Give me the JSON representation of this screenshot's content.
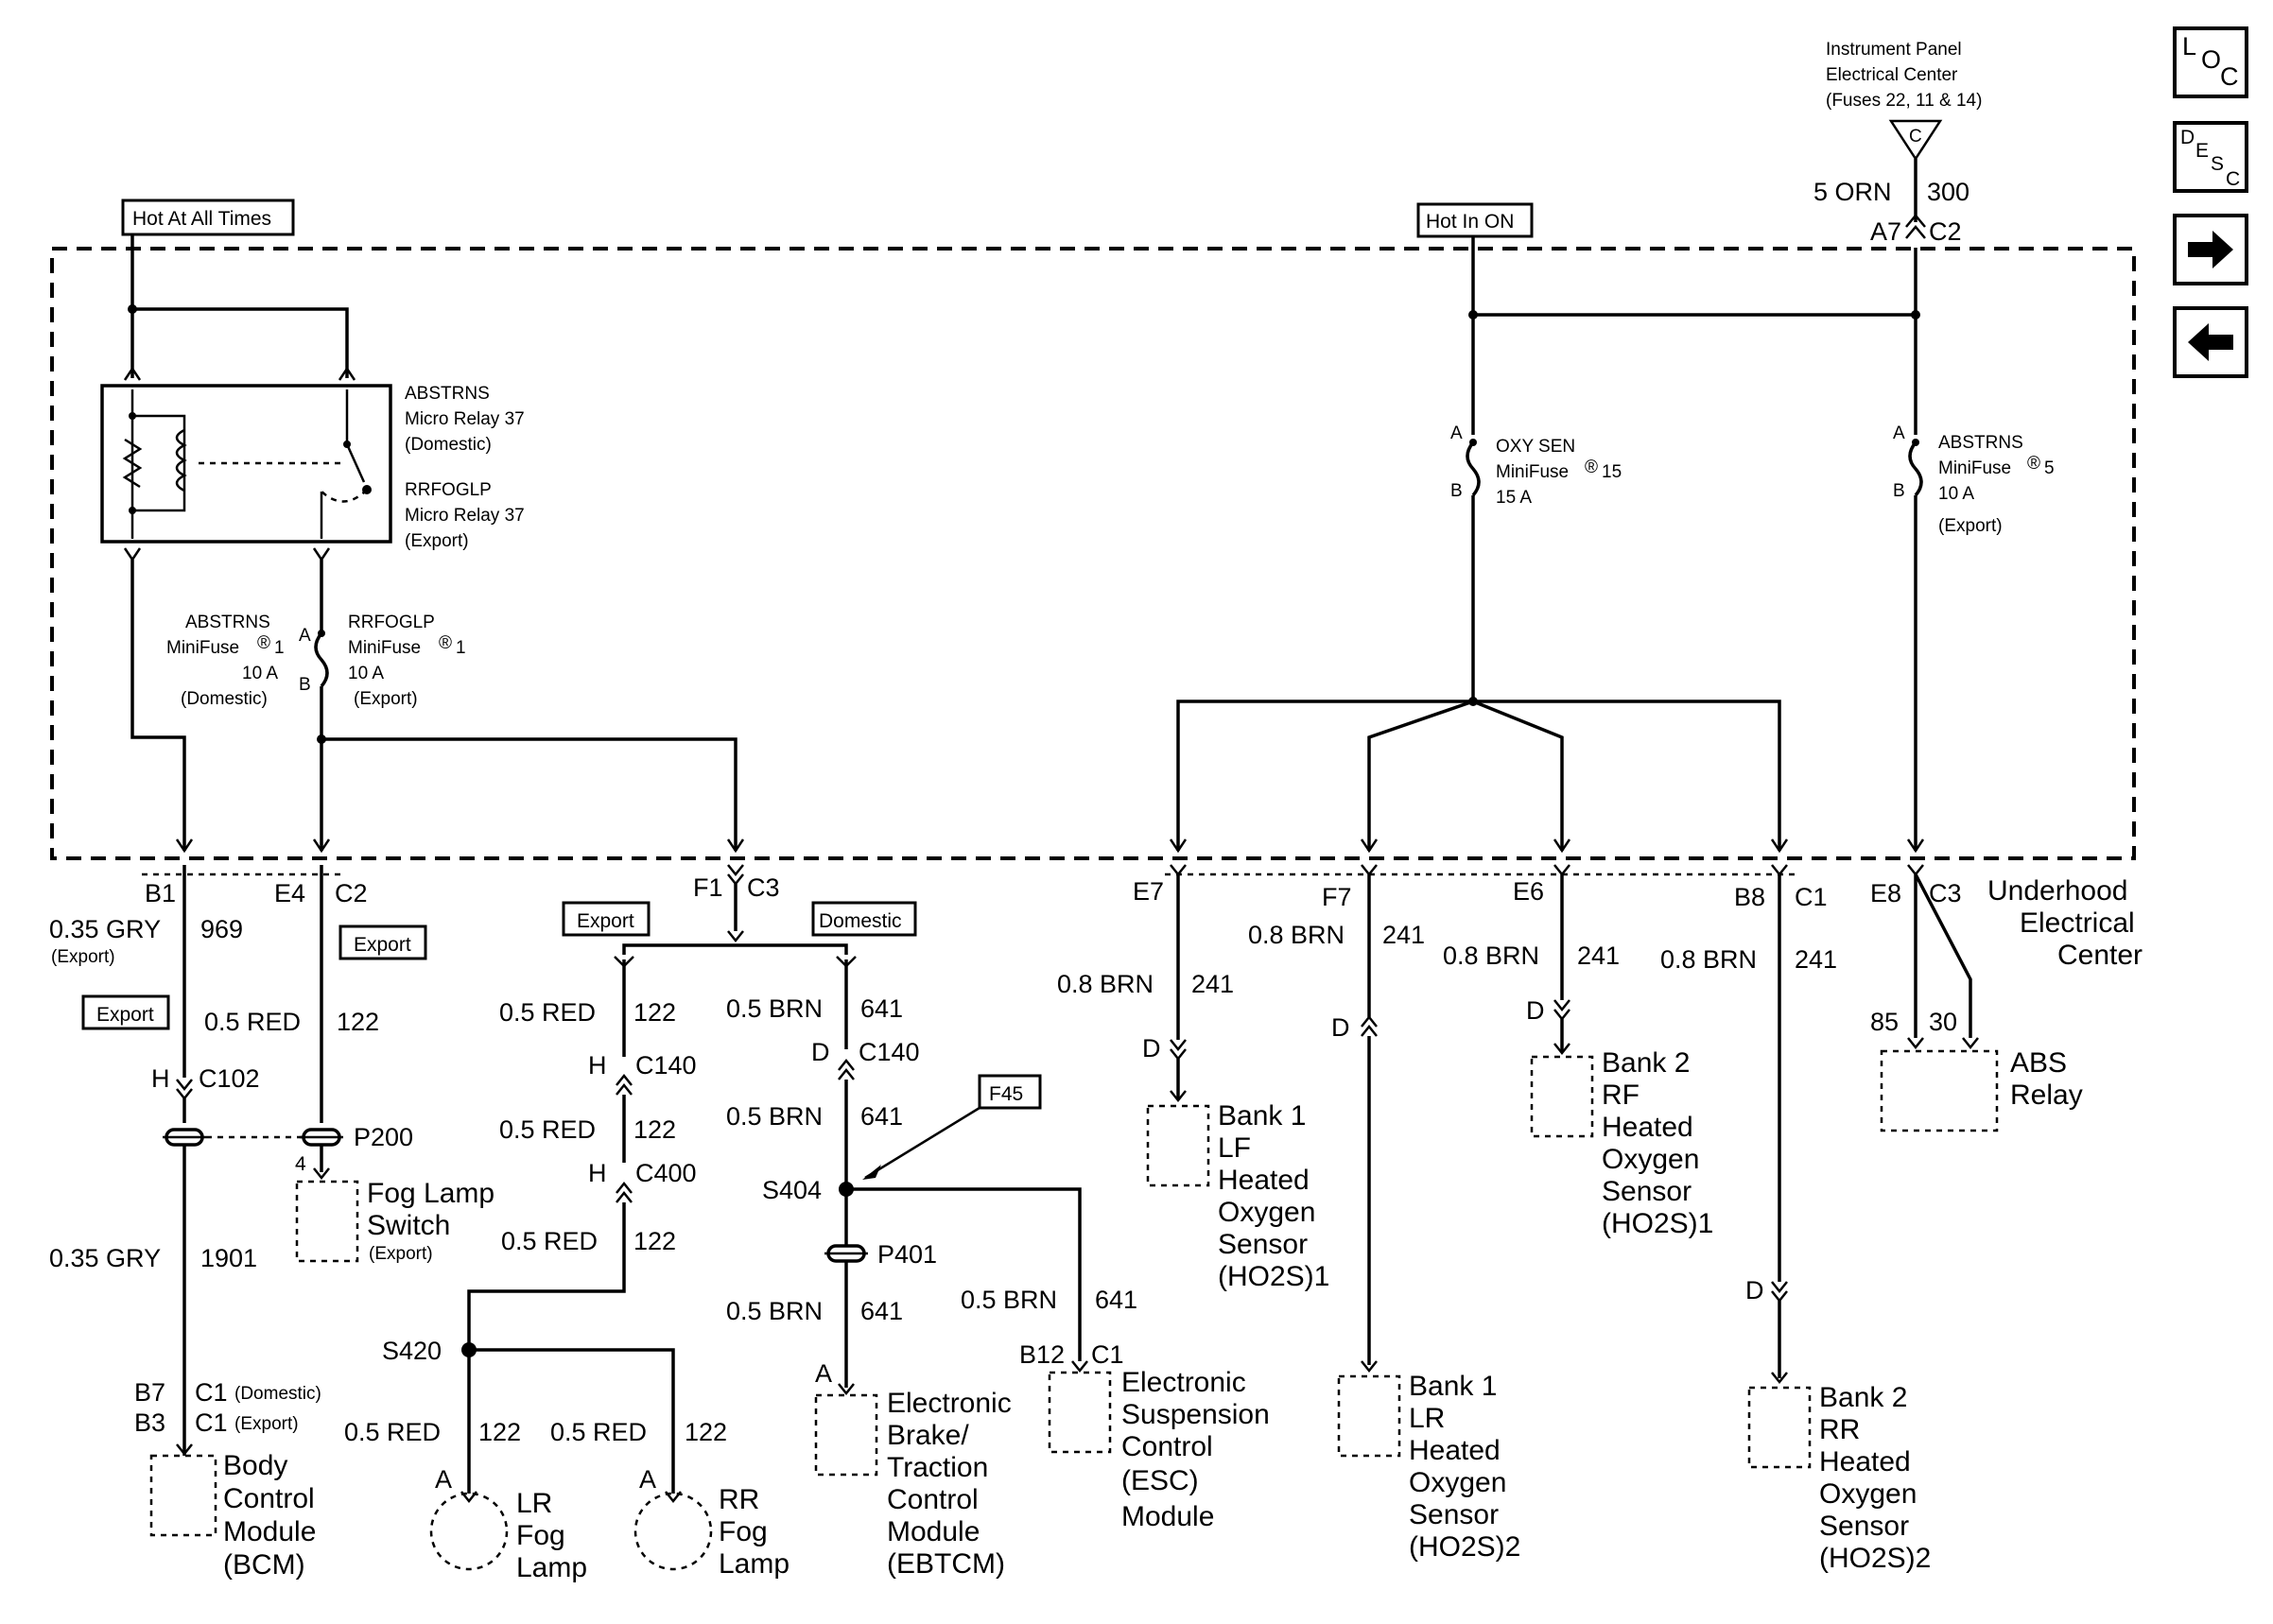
{
  "source": {
    "line1": "Instrument Panel",
    "line2": "Electrical Center",
    "line3": "(Fuses 22, 11 & 14)",
    "terminal": "C",
    "wire": "5 ORN",
    "circuit": "300",
    "pin": "A7",
    "conn": "C2"
  },
  "tags": {
    "hot_all": "Hot At All Times",
    "hot_on": "Hot In ON",
    "export_a": "Export",
    "export_b": "Export",
    "export_c": "Export",
    "domestic": "Domestic",
    "f45": "F45"
  },
  "relay": {
    "l1": "ABSTRNS",
    "l2": "Micro Relay 37",
    "l3": "(Domestic)",
    "l4": "RRFOGLP",
    "l5": "Micro Relay 37",
    "l6": "(Export)"
  },
  "fuse_abs1": {
    "l1": "ABSTRNS",
    "l2": "MiniFuse",
    "num": "1",
    "l3": "10 A",
    "l4": "(Domestic)"
  },
  "fuse_rrf1": {
    "l1": "RRFOGLP",
    "l2": "MiniFuse",
    "num": "1",
    "l3": "10 A",
    "l4": "(Export)",
    "a": "A",
    "b": "B"
  },
  "fuse_oxy": {
    "l1": "OXY SEN",
    "l2": "MiniFuse",
    "num": "15",
    "l3": "15 A",
    "a": "A",
    "b": "B"
  },
  "fuse_abs5": {
    "l1": "ABSTRNS",
    "l2": "MiniFuse",
    "num": "5",
    "l3": "10 A",
    "l4": "(Export)",
    "a": "A",
    "b": "B"
  },
  "reg": "®",
  "uec": {
    "l1": "Underhood",
    "l2": "Electrical",
    "l3": "Center"
  },
  "pins": {
    "b1": "B1",
    "e4": "E4",
    "c2": "C2",
    "f1": "F1",
    "c3": "C3",
    "e7": "E7",
    "f7": "F7",
    "e6": "E6",
    "b8": "B8",
    "c1": "C1",
    "e8": "E8",
    "c3b": "C3"
  },
  "wires": {
    "gry969": "0.35 GRY",
    "c969": "969",
    "exp969": "(Export)",
    "red122a": "0.5 RED",
    "c122a": "122",
    "red122b": "0.5 RED",
    "c122b": "122",
    "red122c": "0.5 RED",
    "c122c": "122",
    "red122d": "0.5 RED",
    "c122d": "122",
    "red122e": "0.5 RED",
    "c122e": "122",
    "red122f": "0.5 RED",
    "c122f": "122",
    "brn641a": "0.5 BRN",
    "c641a": "641",
    "brn641b": "0.5 BRN",
    "c641b": "641",
    "brn641c": "0.5 BRN",
    "c641c": "641",
    "brn641d": "0.5 BRN",
    "c641d": "641",
    "gry1901": "0.35 GRY",
    "c1901": "1901",
    "brn241a": "0.8 BRN",
    "c241a": "241",
    "brn241b": "0.8 BRN",
    "c241b": "241",
    "brn241c": "0.8 BRN",
    "c241c": "241",
    "brn241d": "0.8 BRN",
    "c241d": "241"
  },
  "conns": {
    "h1": "H",
    "c102": "C102",
    "p200": "P200",
    "pin4": "4",
    "h2": "H",
    "c140a": "C140",
    "h3": "H",
    "c400": "C400",
    "d1": "D",
    "c140b": "C140",
    "s404": "S404",
    "p401": "P401",
    "s420": "S420",
    "d2": "D",
    "d3": "D",
    "d4": "D",
    "d5": "D",
    "a1": "A",
    "a2": "A",
    "a3": "A",
    "b12": "B12",
    "c1": "C1",
    "b7": "B7",
    "c1d": "C1",
    "dom": "(Domestic)",
    "b3": "B3",
    "c1e": "C1",
    "exp": "(Export)",
    "p85": "85",
    "p30": "30"
  },
  "components": {
    "fog_switch": [
      "Fog Lamp",
      "Switch"
    ],
    "fog_switch_note": "(Export)",
    "bcm": [
      "Body",
      "Control",
      "Module",
      "(BCM)"
    ],
    "lr_fog": [
      "LR",
      "Fog",
      "Lamp"
    ],
    "rr_fog": [
      "RR",
      "Fog",
      "Lamp"
    ],
    "ebtcm": [
      "Electronic",
      "Brake/",
      "Traction",
      "Control",
      "Module",
      "(EBTCM)"
    ],
    "esc": [
      "Electronic",
      "Suspension",
      "Control",
      "(ESC)",
      "Module"
    ],
    "ho2s_lf": [
      "Bank 1",
      "LF",
      "Heated",
      "Oxygen",
      "Sensor",
      "(HO2S)1"
    ],
    "ho2s_lr": [
      "Bank 1",
      "LR",
      "Heated",
      "Oxygen",
      "Sensor",
      "(HO2S)2"
    ],
    "ho2s_rf": [
      "Bank 2",
      "RF",
      "Heated",
      "Oxygen",
      "Sensor",
      "(HO2S)1"
    ],
    "ho2s_rr": [
      "Bank 2",
      "RR",
      "Heated",
      "Oxygen",
      "Sensor",
      "(HO2S)2"
    ],
    "abs_relay": [
      "ABS",
      "Relay"
    ]
  },
  "nav": {
    "loc_l": "L",
    "loc_o": "O",
    "loc_c": "C",
    "desc_d": "D",
    "desc_e": "E",
    "desc_s": "S",
    "desc_c": "C",
    "next": "→",
    "prev": "←"
  }
}
